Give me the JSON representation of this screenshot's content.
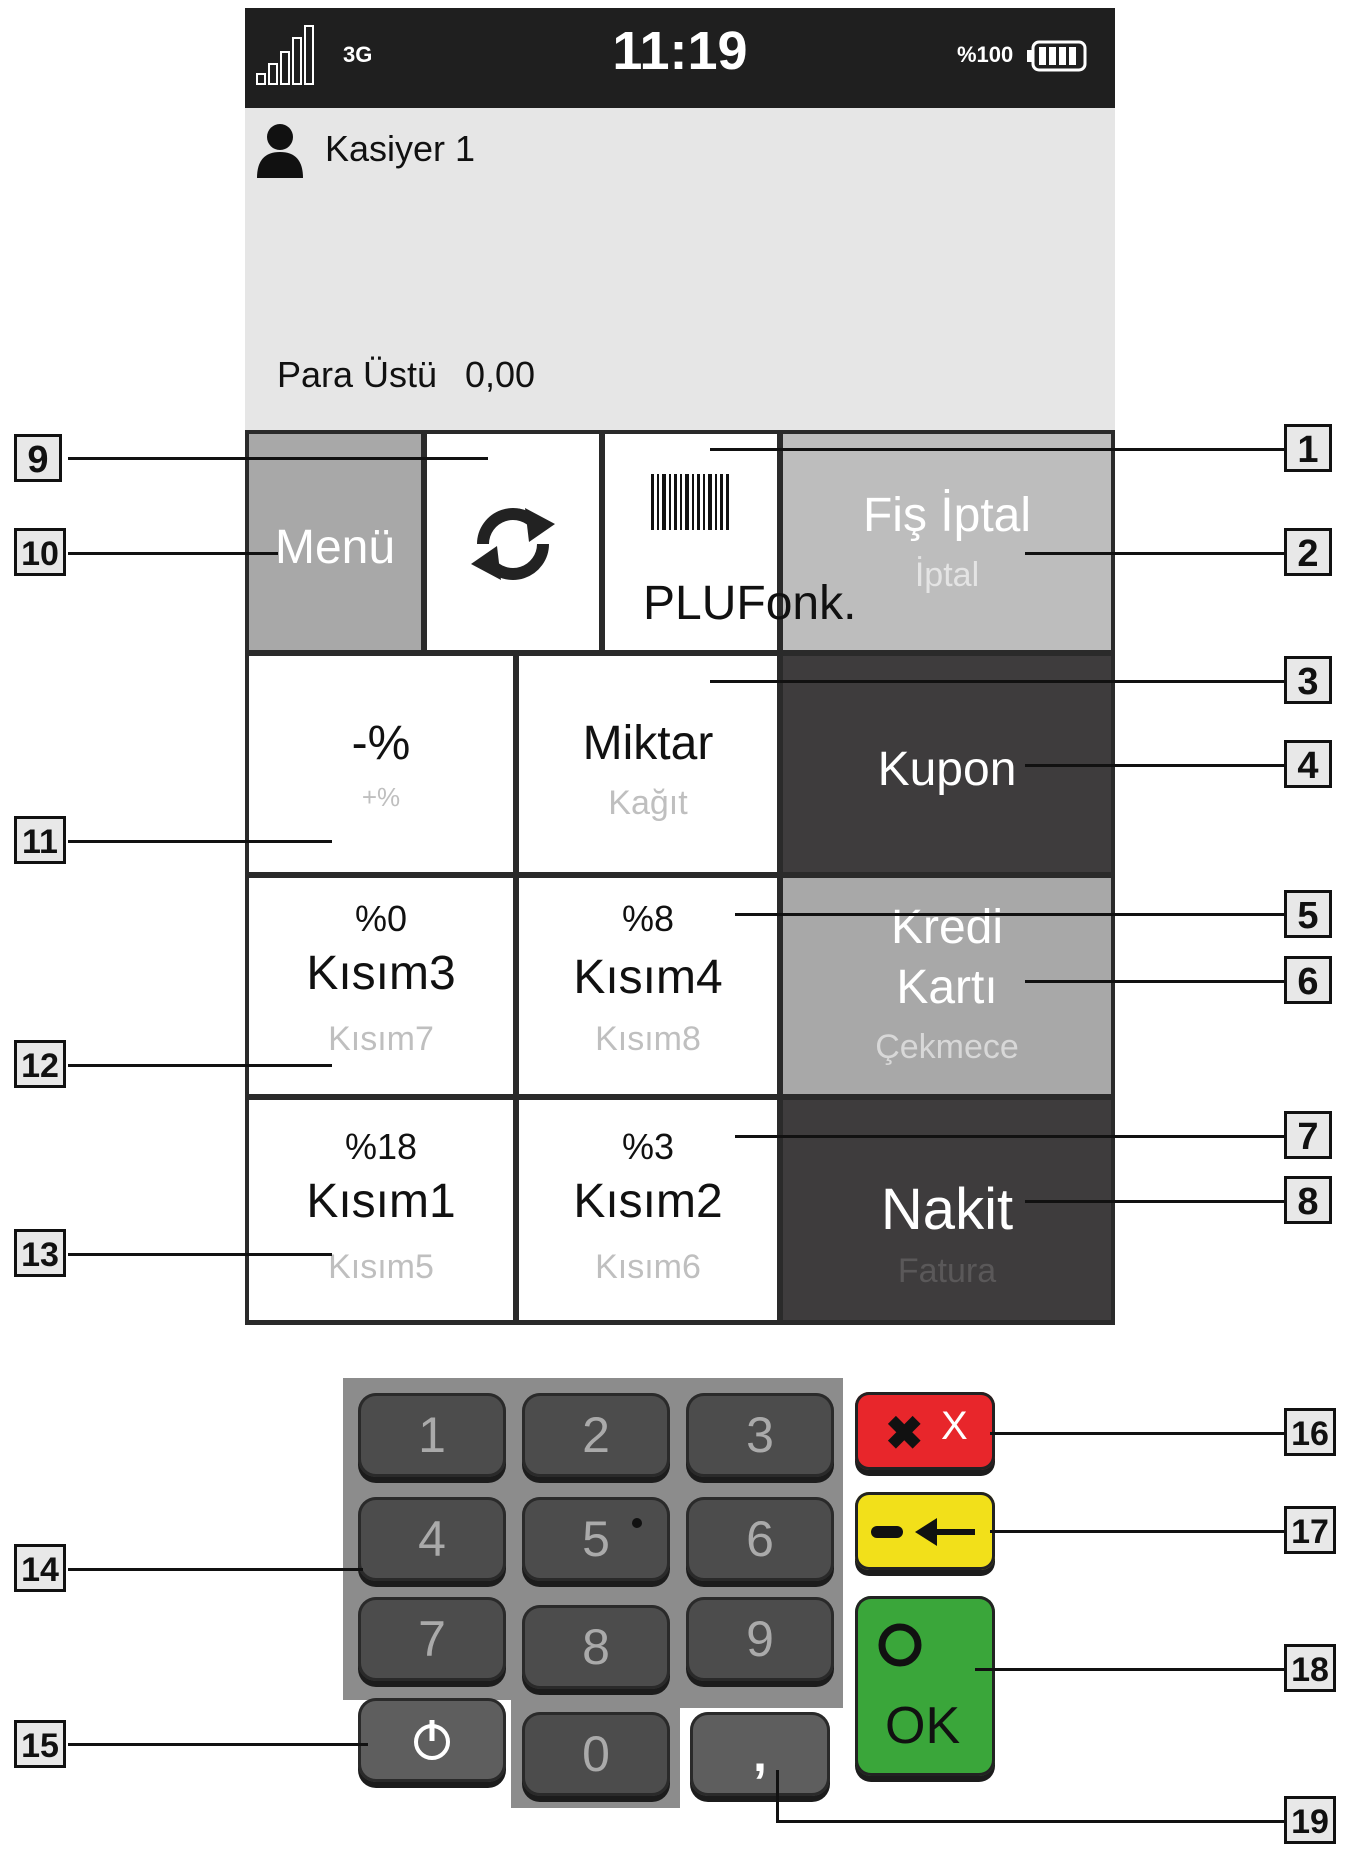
{
  "status_bar": {
    "network": "3G",
    "time": "11:19",
    "battery": "%100"
  },
  "info": {
    "cashier": "Kasiyer 1",
    "change_label": "Para Üstü",
    "change_value": "0,00"
  },
  "grid": {
    "menu": "Menü",
    "plu": "PLUFonk.",
    "cancel": {
      "main": "Fiş İptal",
      "sub": "İptal"
    },
    "discount": {
      "main": "-%",
      "sub": "+%"
    },
    "quantity": {
      "main": "Miktar",
      "sub": "Kağıt"
    },
    "coupon": "Kupon",
    "section3": {
      "rate": "%0",
      "main": "Kısım3",
      "sub": "Kısım7"
    },
    "section4": {
      "rate": "%8",
      "main": "Kısım4",
      "sub": "Kısım8"
    },
    "credit": {
      "main1": "Kredi",
      "main2": "Kartı",
      "sub": "Çekmece"
    },
    "section1": {
      "rate": "%18",
      "main": "Kısım1",
      "sub": "Kısım5"
    },
    "section2": {
      "rate": "%3",
      "main": "Kısım2",
      "sub": "Kısım6"
    },
    "cash": {
      "main": "Nakit",
      "sub": "Fatura"
    }
  },
  "keypad": {
    "keys": [
      "1",
      "2",
      "3",
      "4",
      "5",
      "6",
      "7",
      "8",
      "9",
      "0",
      ","
    ],
    "cancel": "X",
    "ok": "OK"
  },
  "callouts": [
    "1",
    "2",
    "3",
    "4",
    "5",
    "6",
    "7",
    "8",
    "9",
    "10",
    "11",
    "12",
    "13",
    "14",
    "15",
    "16",
    "17",
    "18",
    "19"
  ],
  "colors": {
    "red_key": "#e8262b",
    "yellow_key": "#f2e01a",
    "green_key": "#3aa63a",
    "dark_tile": "#3e3c3d"
  }
}
